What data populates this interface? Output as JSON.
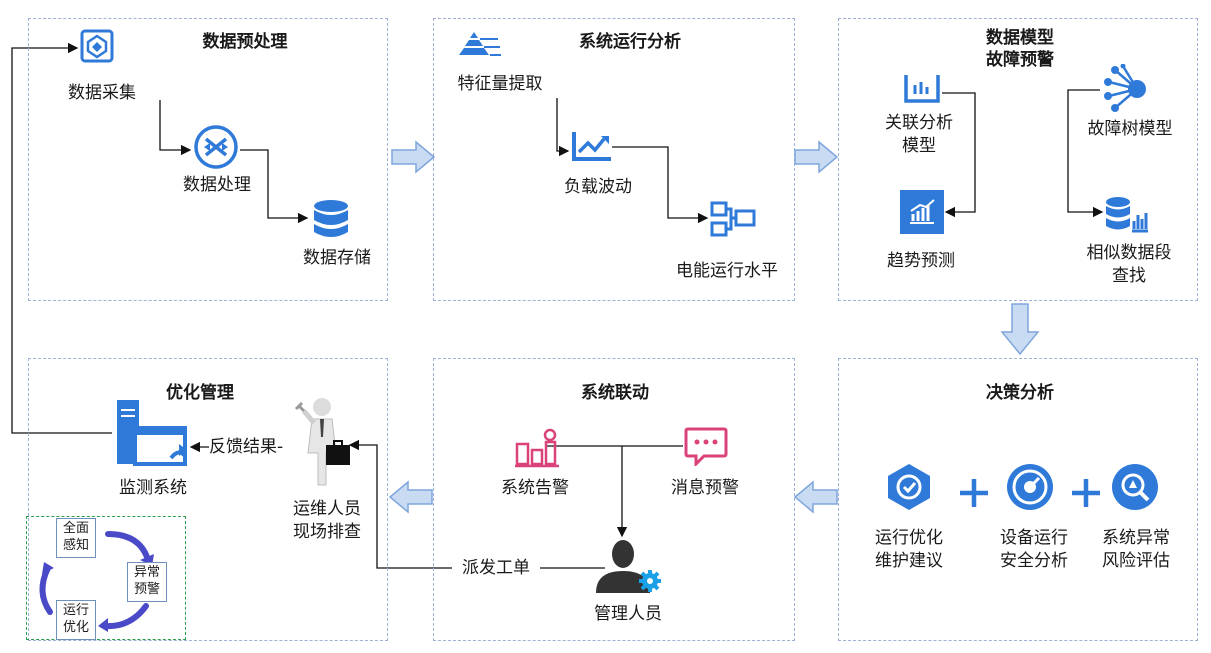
{
  "panels": {
    "preprocess": {
      "title": "数据预处理",
      "items": {
        "collect": "数据采集",
        "process": "数据处理",
        "storage": "数据存储"
      }
    },
    "runtime": {
      "title": "系统运行分析",
      "items": {
        "feature": "特征量提取",
        "load": "负载波动",
        "level": "电能运行水平"
      }
    },
    "model": {
      "title": "数据模型\n故障预警",
      "items": {
        "corr": "关联分析\n模型",
        "tree": "故障树模型",
        "trend": "趋势预测",
        "similar": "相似数据段\n查找"
      }
    },
    "decision": {
      "title": "决策分析",
      "items": {
        "maint": "运行优化\n维护建议",
        "safety": "设备运行\n安全分析",
        "risk": "系统异常\n风险评估"
      }
    },
    "linkage": {
      "title": "系统联动",
      "items": {
        "alarm": "系统告警",
        "msg": "消息预警",
        "manager": "管理人员",
        "dispatch": "派发工单"
      }
    },
    "optimize": {
      "title": "优化管理",
      "items": {
        "monitor": "监测系统",
        "feedback": "反馈结果",
        "field": "运维人员\n现场排查"
      },
      "cycle": {
        "aware": "全面\n感知",
        "warn": "异常\n预警",
        "optim": "运行\n优化"
      }
    }
  },
  "colors": {
    "border": "#9db2d6",
    "accent": "#2f7ad8",
    "arrow_fill": "#c9dbf3",
    "arrow_stroke": "#7ea6dd",
    "pink": "#d9437a",
    "cycle_border": "#2e9e4a"
  }
}
